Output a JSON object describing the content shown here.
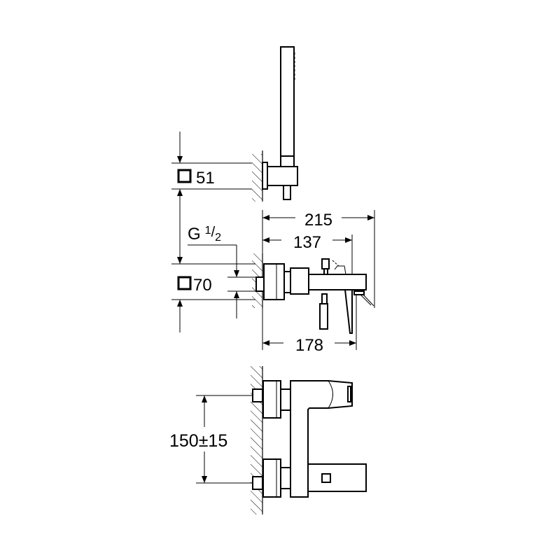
{
  "dimensions": {
    "wall_bracket_square": "51",
    "total_projection": "215",
    "spout_projection": "137",
    "lever_projection": "178",
    "thread": "G",
    "thread_num": "1",
    "thread_den": "2",
    "escutcheon_square": "70",
    "center_distance": "150±15"
  }
}
